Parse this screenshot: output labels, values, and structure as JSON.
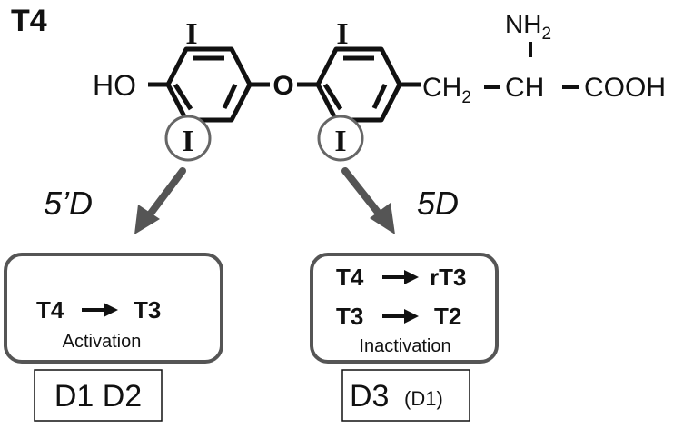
{
  "title": "T4",
  "molecule": {
    "hydroxyl": "HO",
    "bridge_oxygen": "O",
    "iodine": "I",
    "amino": "NH",
    "amino_subscript": "2",
    "ch2": "CH",
    "ch2_subscript": "2",
    "ch": "CH",
    "carboxyl": "COOH"
  },
  "pathways": {
    "left": {
      "enzyme": "5’D",
      "reaction": {
        "from": "T4",
        "to": "T3"
      },
      "effect": "Activation",
      "deiodinases": "D1 D2"
    },
    "right": {
      "enzyme": "5D",
      "reactions": [
        {
          "from": "T4",
          "to": "rT3"
        },
        {
          "from": "T3",
          "to": "T2"
        }
      ],
      "effect": "Inactivation",
      "deiodinases_main": "D3",
      "deiodinases_minor": "(D1)"
    }
  },
  "colors": {
    "text": "#111111",
    "arrow": "#555555",
    "box_border": "#555555",
    "circle": "#666666"
  }
}
